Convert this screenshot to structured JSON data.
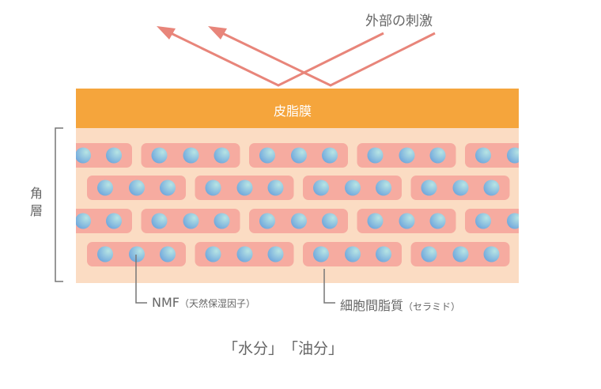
{
  "external_stimulus": "外部の刺激",
  "sebum_layer": "皮脂膜",
  "stratum_corneum": "角層",
  "nmf_label": "NMF",
  "nmf_note": "（天然保湿因子）",
  "lipid_label": "細胞間脂質",
  "lipid_note": "（セラミド）",
  "bottom_caption": "「水分」　「油分」",
  "colors": {
    "arrow": "#e8857a",
    "sebum": "#f5a53c",
    "skin": "#fbdcc3",
    "cell": "#f6aba0",
    "dot": "#8cc3e0",
    "line": "#777777"
  }
}
